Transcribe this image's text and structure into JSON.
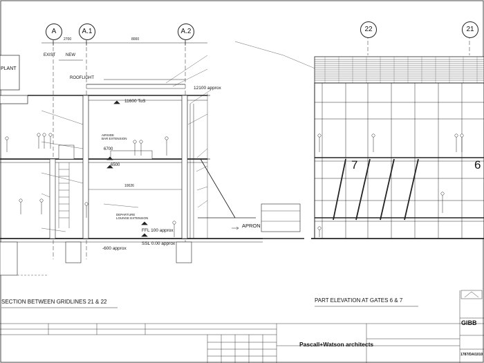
{
  "gridlines": {
    "A": "A",
    "A1": "A.1",
    "A2": "A.2",
    "g22": "22",
    "g21": "21"
  },
  "dimensions": {
    "d2700": "2700",
    "d8000": "8000",
    "exist": "EXIST",
    "new": "NEW",
    "rooflight": "ROOFLIGHT",
    "approx12100": "12100 approx",
    "tos11600": "11600 ToS",
    "ffl6700": "6700",
    "ffl6500": "6500",
    "d10026": "10026",
    "ffl100": "FFL 100 approx",
    "ssl000": "SSL 0.00 approx",
    "m600": "-600 approx",
    "plant": "PLANT"
  },
  "room_labels": {
    "airside": "AIRSIDE\nBAR EXTENSION",
    "departure": "DEPARTURE\nLOUNGE EXTENSION",
    "apron": "APRON"
  },
  "gate_labels": {
    "gate7": "7",
    "gate6": "6"
  },
  "captions": {
    "section": "SECTION BETWEEN GRIDLINES 21 & 22",
    "elevation": "PART ELEVATION AT GATES 6 & 7"
  },
  "title_block": {
    "firm": "Pascall+Watson architects",
    "consultant": "GIBB",
    "drawing_no": "1787/DA/1010"
  }
}
